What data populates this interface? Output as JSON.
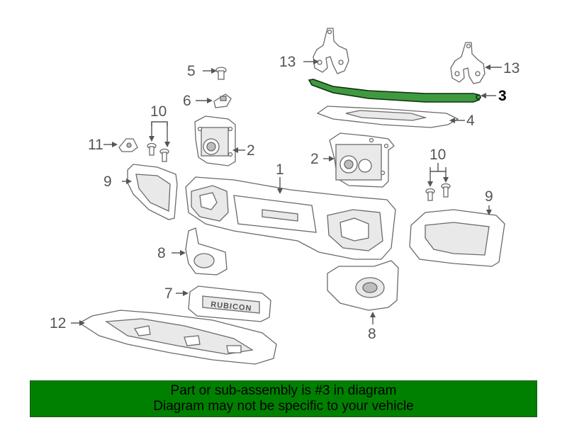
{
  "diagram": {
    "highlighted_part": "3",
    "callouts": {
      "p1": "1",
      "p2_left": "2",
      "p2_right": "2",
      "p3": "3",
      "p4": "4",
      "p5": "5",
      "p6": "6",
      "p7": "7",
      "p8_left": "8",
      "p8_right": "8",
      "p9_left": "9",
      "p9_right": "9",
      "p10_left": "10",
      "p10_right": "10",
      "p11": "11",
      "p12": "12",
      "p13_left": "13",
      "p13_right": "13"
    },
    "emblem_text": "RUBICON"
  },
  "banner": {
    "line1": "Part or sub-assembly is #3 in diagram",
    "line2": "Diagram may not be specific to your vehicle",
    "background_color": "#008000"
  }
}
